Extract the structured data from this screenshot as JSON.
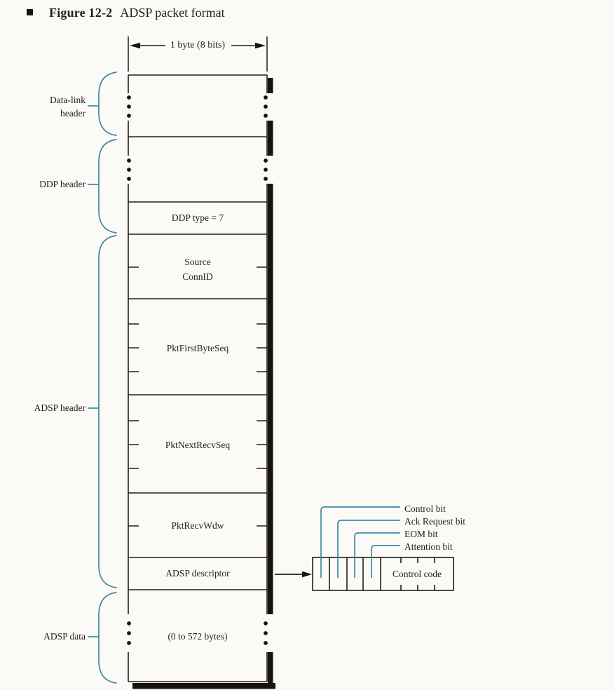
{
  "figure": {
    "label": "Figure 12-2",
    "title": "ADSP packet format"
  },
  "scale_label": "1 byte (8 bits)",
  "sections": {
    "data_link": "Data-link\nheader",
    "ddp": "DDP header",
    "adsp_header": "ADSP header",
    "adsp_data": "ADSP data"
  },
  "fields": {
    "ddp_type": "DDP type = 7",
    "source_conn_id": "Source\nConnID",
    "pkt_first_byte_seq": "PktFirstByteSeq",
    "pkt_next_recv_seq": "PktNextRecvSeq",
    "pkt_recv_wdw": "PktRecvWdw",
    "adsp_descriptor": "ADSP descriptor",
    "adsp_data_size": "(0 to 572 bytes)"
  },
  "descriptor_bits": {
    "control": "Control bit",
    "ack_request": "Ack Request bit",
    "eom": "EOM bit",
    "attention": "Attention bit",
    "control_code": "Control code"
  },
  "colors": {
    "ink": "#211d1a",
    "accent": "#3f88a8",
    "paper": "#fbfaf6"
  }
}
